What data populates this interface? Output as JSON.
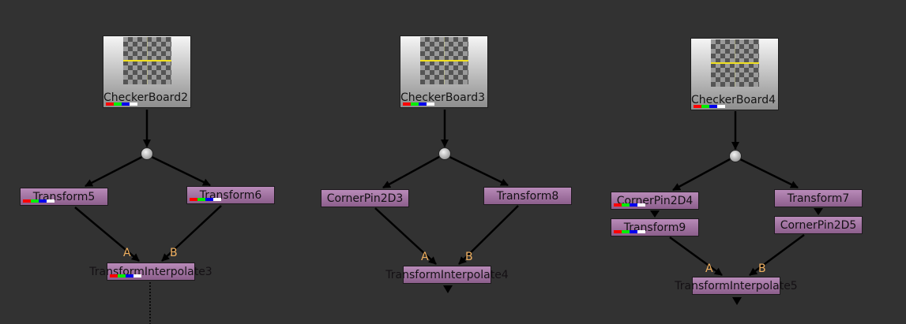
{
  "app": {
    "view": "Node Graph",
    "background": "#323232"
  },
  "colors": {
    "node_top": "#b88ab8",
    "node_bottom": "#8c5f8c",
    "input_label": "#f0b060",
    "channel_red": "#ff0000",
    "channel_green": "#00e000",
    "channel_blue": "#0000e0",
    "channel_alpha": "#ffffff"
  },
  "nodes": {
    "checkerboard2": {
      "label": "CheckerBoard2",
      "type": "CheckerBoard"
    },
    "checkerboard3": {
      "label": "CheckerBoard3",
      "type": "CheckerBoard"
    },
    "checkerboard4": {
      "label": "CheckerBoard4",
      "type": "CheckerBoard"
    },
    "transform5": {
      "label": "Transform5",
      "type": "Transform"
    },
    "transform6": {
      "label": "Transform6",
      "type": "Transform"
    },
    "transforminterpolate3": {
      "label": "TransformInterpolate3",
      "type": "TransformInterpolate"
    },
    "cornerpin2d3": {
      "label": "CornerPin2D3",
      "type": "CornerPin2D"
    },
    "transform8": {
      "label": "Transform8",
      "type": "Transform"
    },
    "transforminterpolate4": {
      "label": "TransformInterpolate4",
      "type": "TransformInterpolate"
    },
    "cornerpin2d4": {
      "label": "CornerPin2D4",
      "type": "CornerPin2D"
    },
    "transform9": {
      "label": "Transform9",
      "type": "Transform"
    },
    "transform7": {
      "label": "Transform7",
      "type": "Transform"
    },
    "cornerpin2d5": {
      "label": "CornerPin2D5",
      "type": "CornerPin2D"
    },
    "transforminterpolate5": {
      "label": "TransformInterpolate5",
      "type": "TransformInterpolate"
    }
  },
  "inputs": {
    "a": "A",
    "b": "B"
  }
}
